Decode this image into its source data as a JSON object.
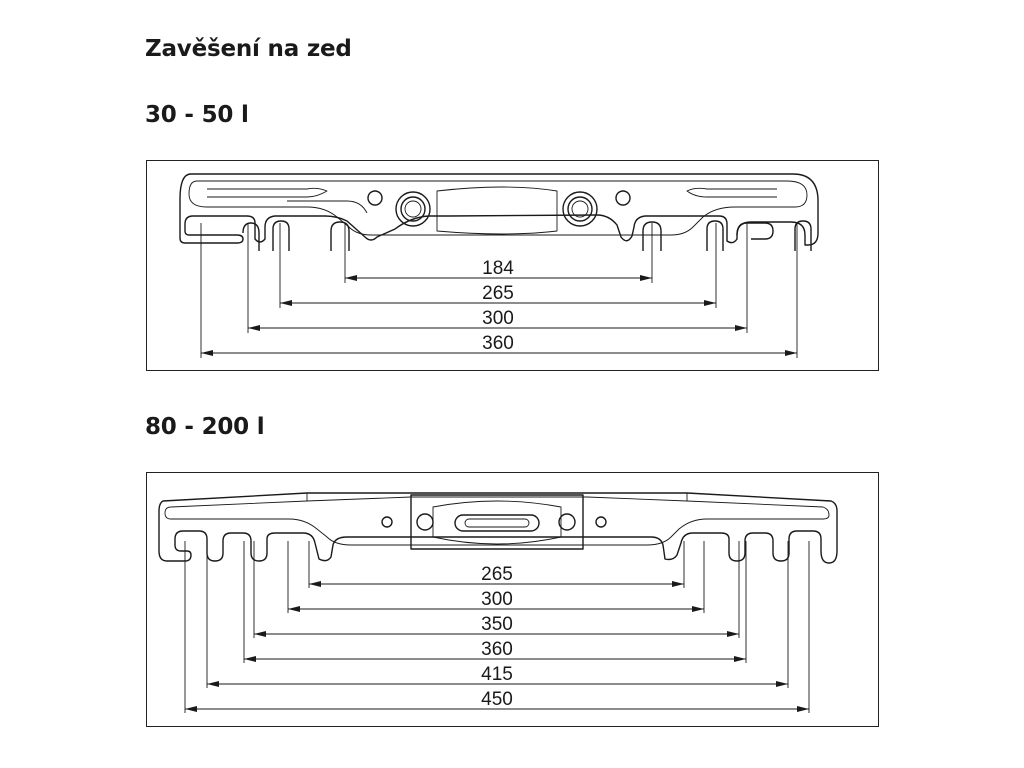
{
  "title": "Zavěšení na zed",
  "sections": [
    {
      "heading": "30 - 50 l",
      "dimensions": [
        "184",
        "265",
        "300",
        "360"
      ]
    },
    {
      "heading": "80 - 200 l",
      "dimensions": [
        "265",
        "300",
        "350",
        "360",
        "415",
        "450"
      ]
    }
  ]
}
